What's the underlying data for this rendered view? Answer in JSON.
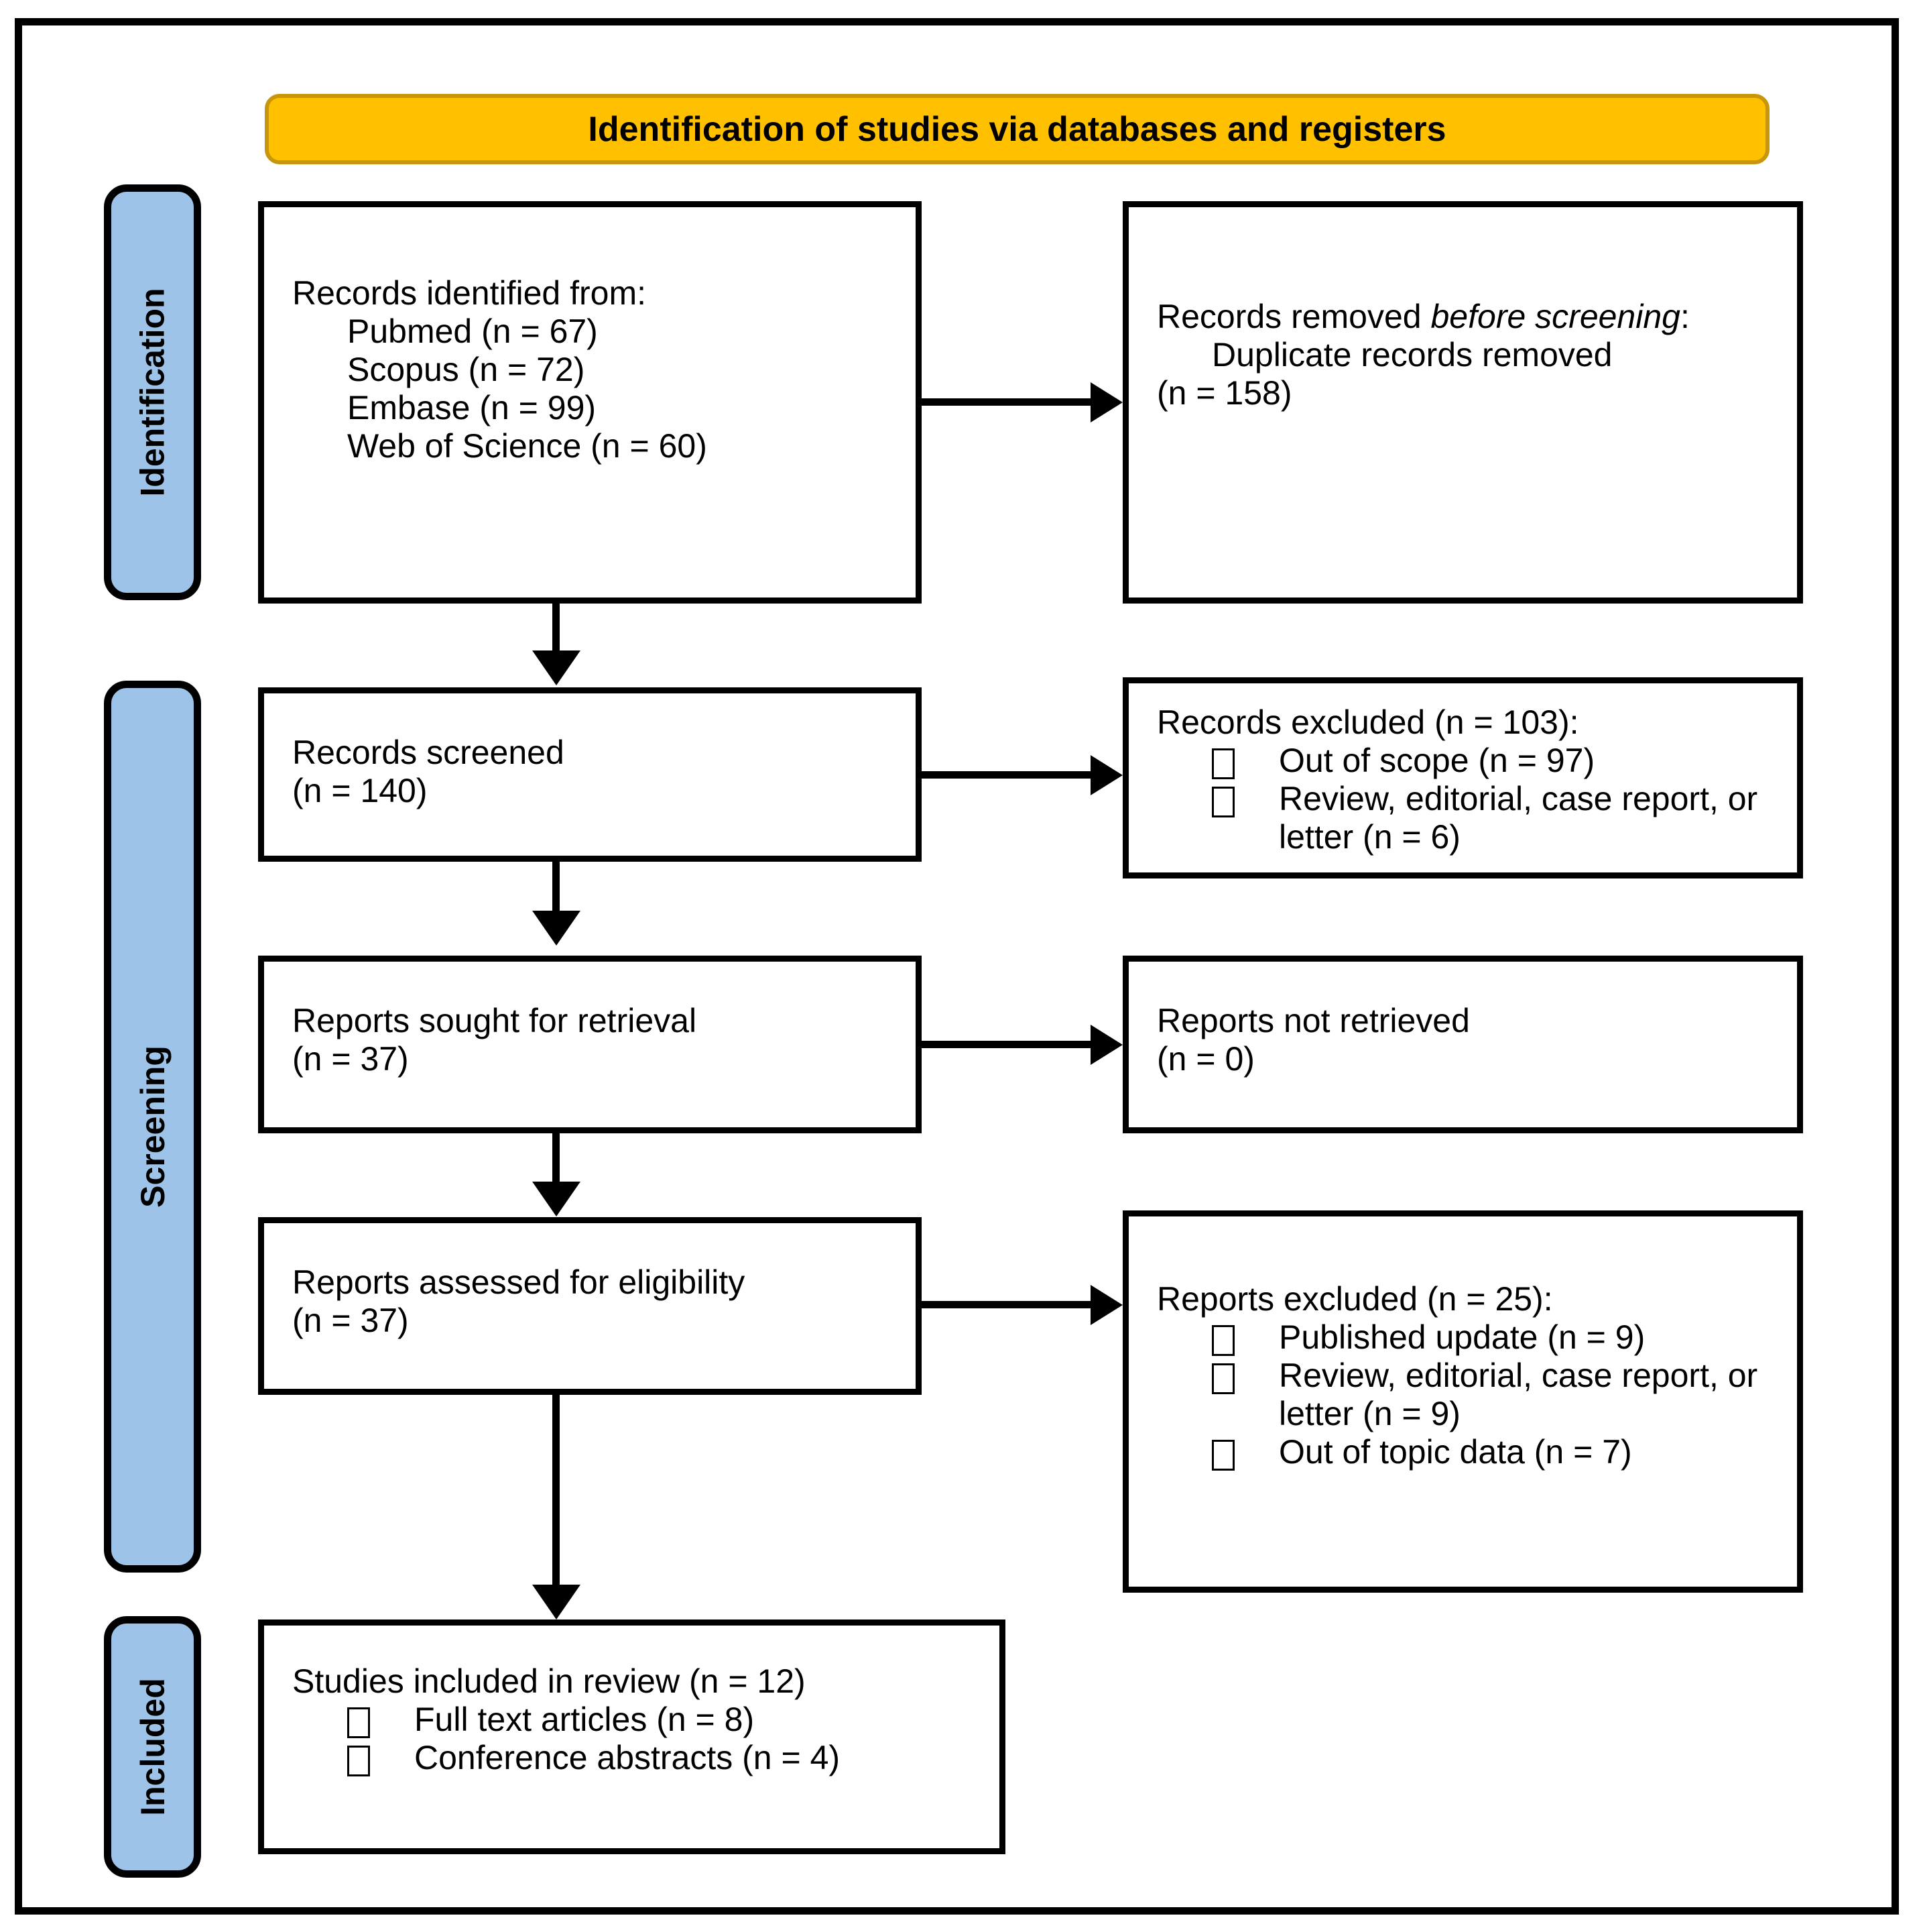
{
  "banner": {
    "title": "Identification of studies via databases and registers"
  },
  "stages": [
    {
      "id": "identification",
      "label": "Identification"
    },
    {
      "id": "screening",
      "label": "Screening"
    },
    {
      "id": "included",
      "label": "Included"
    }
  ],
  "boxes": {
    "records_identified": {
      "heading": "Records identified from:",
      "items": [
        "Pubmed (n = 67)",
        "Scopus (n = 72)",
        "Embase (n = 99)",
        "Web of Science (n = 60)"
      ]
    },
    "records_removed": {
      "heading_a": "Records removed ",
      "heading_em": "before screening",
      "heading_b": ":",
      "items": [
        "Duplicate records removed",
        "(n = 158)"
      ]
    },
    "records_screened": {
      "line1": "Records screened",
      "line2": "(n = 140)"
    },
    "records_excluded": {
      "heading": "Records excluded (n = 103):",
      "bullets": [
        "Out of scope (n = 97)",
        "Review, editorial, case report, or letter (n = 6)"
      ]
    },
    "reports_sought": {
      "line1": "Reports sought for retrieval",
      "line2": "(n = 37)"
    },
    "reports_not_retrieved": {
      "line1": "Reports not retrieved",
      "line2": "(n = 0)"
    },
    "reports_assessed": {
      "line1": "Reports assessed for eligibility",
      "line2": "(n = 37)"
    },
    "reports_excluded": {
      "heading": "Reports excluded (n = 25):",
      "bullets": [
        "Published update (n = 9)",
        "Review, editorial, case report, or letter (n = 9)",
        "Out of topic data (n = 7)"
      ]
    },
    "studies_included": {
      "heading": "Studies included in review (n = 12)",
      "bullets": [
        "Full text articles (n = 8)",
        "Conference abstracts (n = 4)"
      ]
    }
  },
  "colors": {
    "banner_fill": "#FFC000",
    "banner_border": "#C8960C",
    "stage_fill": "#9DC3E9",
    "outline": "#000000",
    "background": "#FFFFFF"
  }
}
